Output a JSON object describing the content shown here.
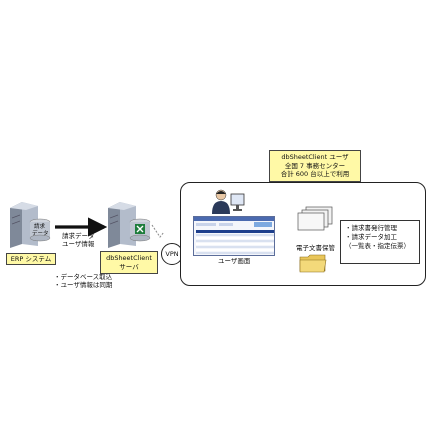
{
  "erp": {
    "server_label": "ERP システム",
    "data_label_line1": "請求",
    "data_label_line2": "データ",
    "notes": [
      "・データベース取込",
      "・ユーザ情報は同期"
    ]
  },
  "transfer": {
    "line1": "請求データ",
    "line2": "ユーザ情報"
  },
  "dbserver": {
    "label_line1": "dbSheetClient",
    "label_line2": "サーバ"
  },
  "vpn": {
    "label": "VPN"
  },
  "users_group": {
    "line1": "dbSheetClient ユーザ",
    "line2": "全国 7 事務センター",
    "line3": "合計 600 台以上で利用"
  },
  "user_screen": {
    "label": "ユーザ画面"
  },
  "archive": {
    "label": "電子文書保管"
  },
  "functions": {
    "items": [
      "・請求書発行管理",
      "・請求データ加工",
      "（一覧表・指定伝票）"
    ]
  },
  "colors": {
    "label_fill": "#fff9a6",
    "server_body": "#9aa4b5",
    "excel_green": "#1e7d3c",
    "folder": "#f3d97a"
  }
}
